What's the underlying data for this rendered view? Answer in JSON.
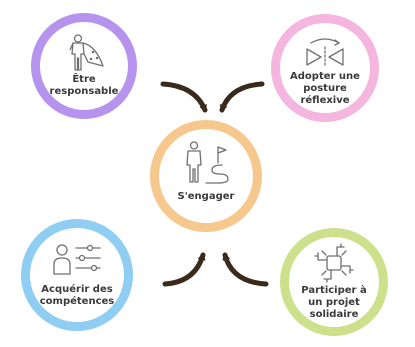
{
  "nodes": {
    "top_left": {
      "label": "Être\nresponsable",
      "icon": "superhero-cape-icon"
    },
    "top_right": {
      "label": "Adopter une\nposture\nréflexive",
      "icon": "mirror-reflection-icon"
    },
    "center": {
      "label": "S'engager",
      "icon": "person-path-flag-icon"
    },
    "bottom_left": {
      "label": "Acquérir des\ncompétences",
      "icon": "person-skills-sliders-icon"
    },
    "bottom_right": {
      "label": "Participer à\nun projet\nsolidaire",
      "icon": "joined-hands-icon"
    }
  },
  "colors": {
    "top_left": "#b694ee",
    "top_right": "#f4b5de",
    "center": "#f7c88d",
    "bottom_left": "#90cdf3",
    "bottom_right": "#cde08c",
    "arrow": "#3a2a1c",
    "text": "#3a3a3a",
    "icon": "#6f6f6f"
  }
}
